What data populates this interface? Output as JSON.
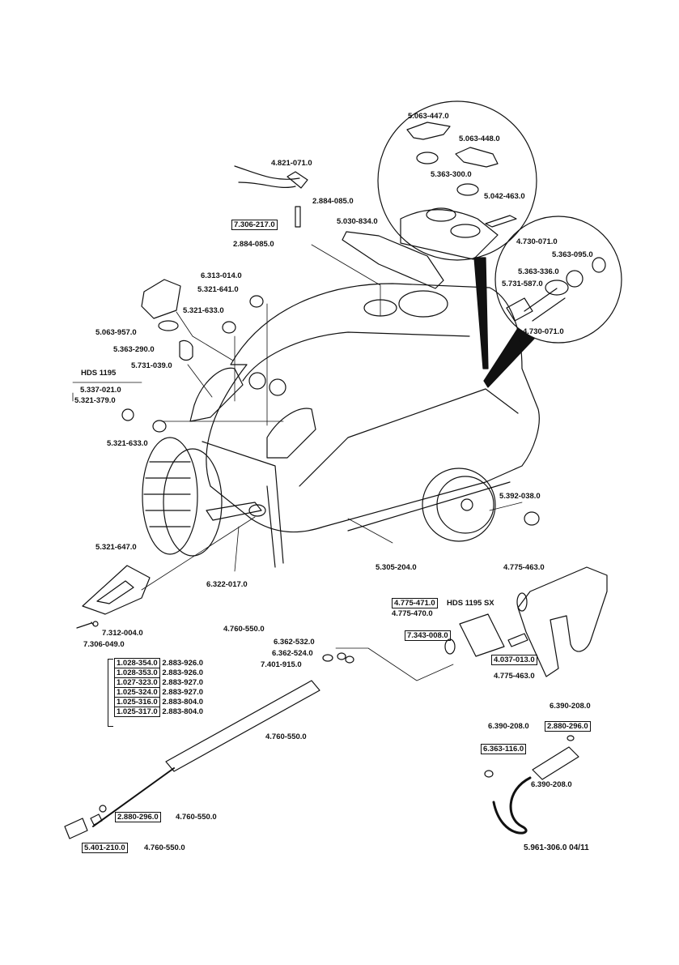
{
  "labels": {
    "p5063447": "5.063-447.0",
    "p5063448": "5.063-448.0",
    "p5363300": "5.363-300.0",
    "p5042463": "5.042-463.0",
    "p4821071": "4.821-071.0",
    "p2884085a": "2.884-085.0",
    "p7306217": "7.306-217.0",
    "p2884085b": "2.884-085.0",
    "p5030834": "5.030-834.0",
    "p4730071a": "4.730-071.0",
    "p5363095": "5.363-095.0",
    "p5363336": "5.363-336.0",
    "p5731587": "5.731-587.0",
    "p4730071b": "4.730-071.0",
    "p6313014": "6.313-014.0",
    "p5321641": "5.321-641.0",
    "p5321633a": "5.321-633.0",
    "p5063957": "5.063-957.0",
    "p5363290": "5.363-290.0",
    "p5731039": "5.731-039.0",
    "hds1195": "HDS 1195",
    "p5337021": "5.337-021.0",
    "p5321379": "5.321-379.0",
    "p5321633b": "5.321-633.0",
    "p5392038": "5.392-038.0",
    "p5321647": "5.321-647.0",
    "p6322017": "6.322-017.0",
    "p5305204": "5.305-204.0",
    "p7312004": "7.312-004.0",
    "p7306049": "7.306-049.0",
    "p4775463a": "4.775-463.0",
    "p4775471": "4.775-471.0",
    "hds1195sx": "HDS 1195 SX",
    "p4775470": "4.775-470.0",
    "p7343008": "7.343-008.0",
    "p4037013": "4.037-013.0",
    "p4775463b": "4.775-463.0",
    "p4760550a": "4.760-550.0",
    "p6362532": "6.362-532.0",
    "p6362524": "6.362-524.0",
    "p7401915": "7.401-915.0",
    "p4760550b": "4.760-550.0",
    "p2880296a": "2.880-296.0",
    "p4760550c": "4.760-550.0",
    "p5401210": "5.401-210.0",
    "p4760550d": "4.760-550.0",
    "p6390208a": "6.390-208.0",
    "p2880296b": "2.880-296.0",
    "p6390208b": "6.390-208.0",
    "p6363116": "6.363-116.0",
    "p6390208c": "6.390-208.0"
  },
  "lance_table": [
    {
      "left": "1.028-354.0",
      "right": "2.883-926.0"
    },
    {
      "left": "1.028-353.0",
      "right": "2.883-926.0"
    },
    {
      "left": "1.027-323.0",
      "right": "2.883-927.0"
    },
    {
      "left": "1.025-324.0",
      "right": "2.883-927.0"
    },
    {
      "left": "1.025-316.0",
      "right": "2.883-804.0"
    },
    {
      "left": "1.025-317.0",
      "right": "2.883-804.0"
    }
  ],
  "footer": {
    "doc_number": "5.961-306.0",
    "date": "04/11"
  }
}
